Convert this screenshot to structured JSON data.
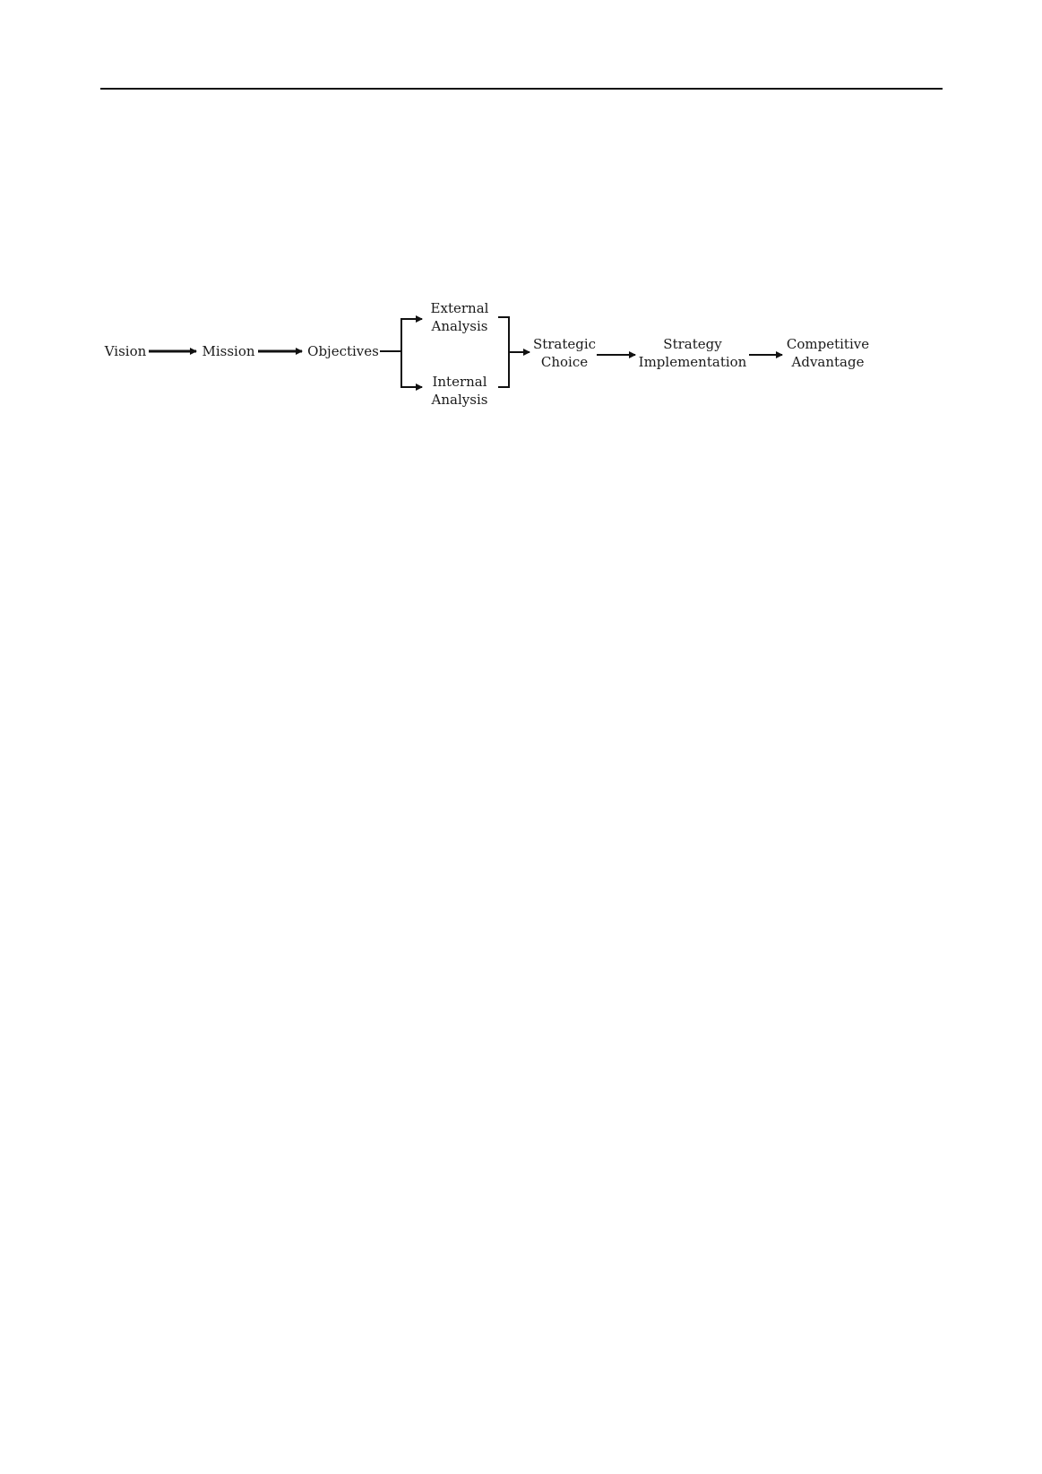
{
  "diagram": {
    "nodes": {
      "vision": {
        "lines": [
          "Vision"
        ]
      },
      "mission": {
        "lines": [
          "Mission"
        ]
      },
      "objectives": {
        "lines": [
          "Objectives"
        ]
      },
      "external_analysis": {
        "lines": [
          "External",
          "Analysis"
        ]
      },
      "internal_analysis": {
        "lines": [
          "Internal",
          "Analysis"
        ]
      },
      "strategic_choice": {
        "lines": [
          "Strategic",
          "Choice"
        ]
      },
      "strategy_implementation": {
        "lines": [
          "Strategy",
          "Implementation"
        ]
      },
      "competitive_advantage": {
        "lines": [
          "Competitive",
          "Advantage"
        ]
      }
    },
    "edges": [
      {
        "from": "vision",
        "to": "mission"
      },
      {
        "from": "mission",
        "to": "objectives"
      },
      {
        "from": "objectives",
        "to": "external_analysis"
      },
      {
        "from": "objectives",
        "to": "internal_analysis"
      },
      {
        "from": "external_analysis",
        "to": "strategic_choice"
      },
      {
        "from": "internal_analysis",
        "to": "strategic_choice"
      },
      {
        "from": "strategic_choice",
        "to": "strategy_implementation"
      },
      {
        "from": "strategy_implementation",
        "to": "competitive_advantage"
      }
    ],
    "line_color": "#111111"
  }
}
